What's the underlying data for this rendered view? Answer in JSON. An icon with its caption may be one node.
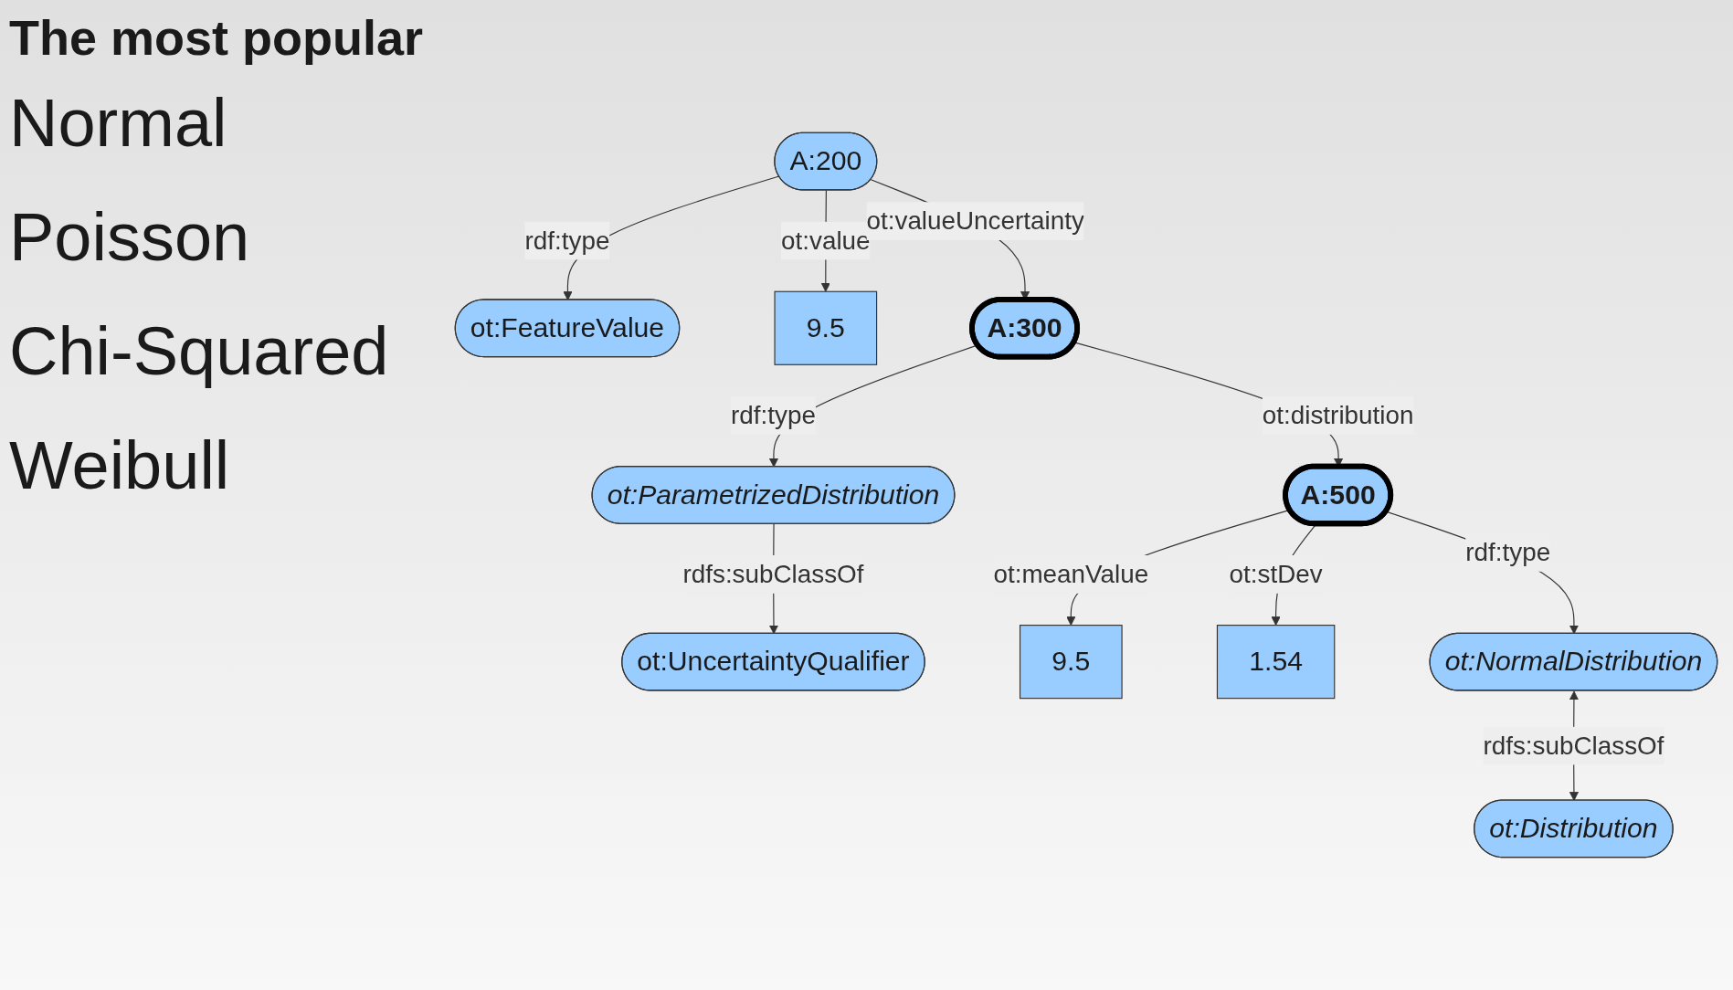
{
  "diagram": {
    "title": "The most popular",
    "nodes": [
      {
        "text": [
          "ot:FeatureValue"
        ]
      },
      {
        "text": [
          "ot:UncertaintyQualifier"
        ]
      },
      {
        "text": [
          "A:200"
        ]
      },
      {
        "text": [
          "ot:ParametrizedDistribution"
        ]
      },
      {
        "text": [
          "9.5"
        ]
      },
      {
        "text": [
          "A:300"
        ]
      },
      {
        "text": [
          "ot:Distribution"
        ]
      },
      {
        "text": [
          "9.5"
        ]
      },
      {
        "text": [
          "A:500"
        ]
      },
      {
        "text": [
          "1.54"
        ]
      },
      {
        "text": [
          "ot:NormalDistribution"
        ]
      }
    ],
    "edges": [
      {
        "from": 2,
        "to": 0,
        "arrow": "to",
        "label": "rdf:type"
      },
      {
        "from": 3,
        "to": 1,
        "arrow": "to",
        "label": "rdfs:subClassOf"
      },
      {
        "from": 2,
        "to": 4,
        "arrow": "to",
        "label": "ot:value"
      },
      {
        "from": 2,
        "to": 5,
        "arrow": "to",
        "label": "ot:valueUncertainty"
      },
      {
        "from": 5,
        "to": 3,
        "arrow": "to",
        "label": "rdf:type"
      },
      {
        "from": 5,
        "to": 8,
        "arrow": "to",
        "label": "ot:distribution"
      },
      {
        "from": 8,
        "to": 7,
        "arrow": "to",
        "label": "ot:meanValue"
      },
      {
        "from": 8,
        "to": 9,
        "arrow": "to",
        "label": "ot:stDev"
      },
      {
        "from": 8,
        "to": 10,
        "arrow": "to",
        "label": "rdf:type"
      },
      {
        "from": 10,
        "to": 6,
        "arrow": "both",
        "label": "rdfs:subClassOf"
      }
    ],
    "labels": [
      "Normal",
      "Poisson",
      "Chi-Squared",
      "Weibull"
    ]
  }
}
